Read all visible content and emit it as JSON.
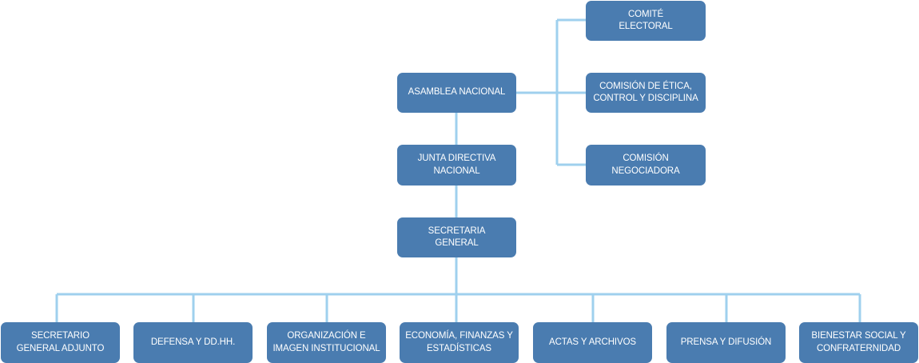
{
  "colors": {
    "node_fill": "#4a7cb0",
    "node_text": "#ffffff",
    "connector": "#9fd0ee"
  },
  "org_chart": {
    "asamblea": "ASAMBLEA NACIONAL",
    "junta": "JUNTA DIRECTIVA\nNACIONAL",
    "secretaria": "SECRETARIA\nGENERAL",
    "comite_electoral": "COMITÉ\nELECTORAL",
    "comision_etica": "COMISIÓN DE ÉTICA,\nCONTROL Y DISCIPLINA",
    "comision_negociadora": "COMISIÓN\nNEGOCIADORA",
    "secretarias": [
      "SECRETARIO\nGENERAL ADJUNTO",
      "DEFENSA Y DD.HH.",
      "ORGANIZACIÓN E\nIMAGEN INSTITUCIONAL",
      "ECONOMÍA, FINANZAS Y\nESTADÍSTICAS",
      "ACTAS Y ARCHIVOS",
      "PRENSA Y DIFUSIÓN",
      "BIENESTAR SOCIAL Y\nCONFRATERNIDAD"
    ]
  }
}
